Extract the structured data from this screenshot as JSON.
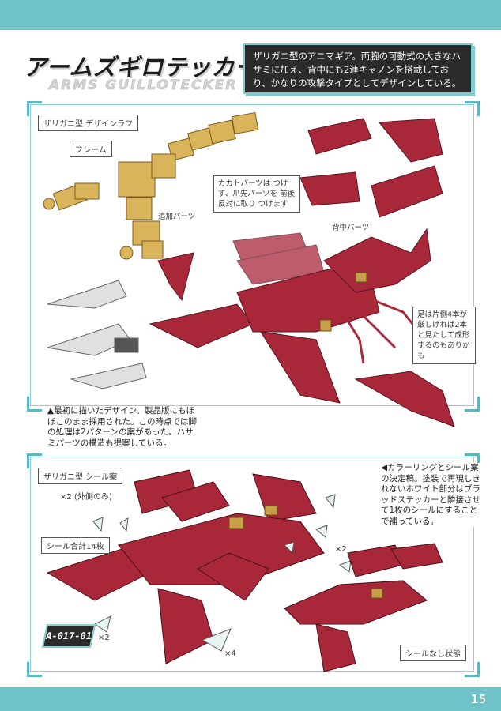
{
  "header": {
    "title_jp": "アームズギロテッカー",
    "title_en": "ARMS GUILLOTECKER"
  },
  "description": "ザリガニ型のアニマギア。両腕の可動式の大きなハサミに加え、背中にも2連キャノンを搭載しており、かなりの攻撃タイプとしてデザインしている。",
  "section1": {
    "label": "ザリガニ型 デザインラフ",
    "notes": {
      "frame": "フレーム",
      "addparts": "追加パーツ",
      "shell": "カカトパーツは つけず、爪先パーツを 前後反対に取り つけます",
      "back": "背中パーツ",
      "legs": "足は片側4本が 厳しければ2本 と見たして成形 するのもありかも"
    },
    "caption": "▲最初に描いたデザイン。製品版にもほぼこのまま採用された。この時点では脚の処理は2パターンの案があった。ハサミパーツの構造も提案している。"
  },
  "section2": {
    "label": "ザリガニ型 シール案",
    "notes": {
      "x2_top": "×2 (外側のみ)",
      "sticker_total": "シール合計14枚",
      "x2_mid": "×2",
      "x2_left": "×2",
      "x4": "×4",
      "no_sticker": "シールなし状態"
    },
    "badge": "A-017-01",
    "caption": "◀カラーリングとシール案の決定稿。塗装で再現しきれないホワイト部分はブラッドステッカーと隣接させて1枚のシールにすることで補っている。"
  },
  "footer": {
    "page_number": "15"
  },
  "colors": {
    "accent": "#6fc3c8",
    "crimson": "#a8283a",
    "gold": "#c9a04a",
    "frame_tan": "#d9b45a"
  }
}
